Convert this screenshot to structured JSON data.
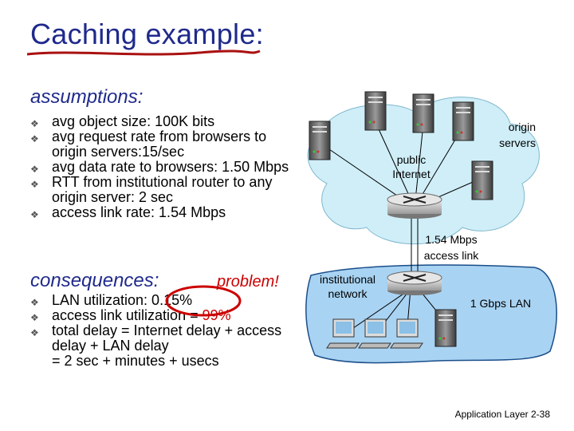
{
  "slide": {
    "title": "Caching example:",
    "assumptions_heading": "assumptions:",
    "assumptions": [
      "avg object size: 100K bits",
      "avg request rate from browsers to origin servers:15/sec",
      "avg data rate to browsers: 1.50 Mbps",
      "RTT from institutional router to any origin server: 2 sec",
      "access link rate: 1.54 Mbps"
    ],
    "consequences_heading": "consequences:",
    "problem_label": "problem!",
    "consequences": {
      "lan_util_prefix": "LAN utilization: 0.1",
      "lan_util_value": "5%",
      "access_prefix": "access link utilization = ",
      "access_value": "99%",
      "total_delay": "total delay = Internet delay + access delay + LAN delay",
      "total_delay_2": "= 2 sec + minutes + usecs"
    },
    "diagram": {
      "origin_servers_label": "origin servers",
      "public_internet_label": "public Internet",
      "access_link_label": "1.54 Mbps access link",
      "institutional_network_label": "institutional network",
      "lan_label": "1 Gbps LAN"
    },
    "footer": "Application Layer 2-38"
  },
  "colors": {
    "title_blue": "#1f2a8c",
    "highlight_red": "#cc0000",
    "cloud_fill": "#cfeef8",
    "institution_fill": "#a9d3f2",
    "router_fill": "#c8c8c8"
  }
}
